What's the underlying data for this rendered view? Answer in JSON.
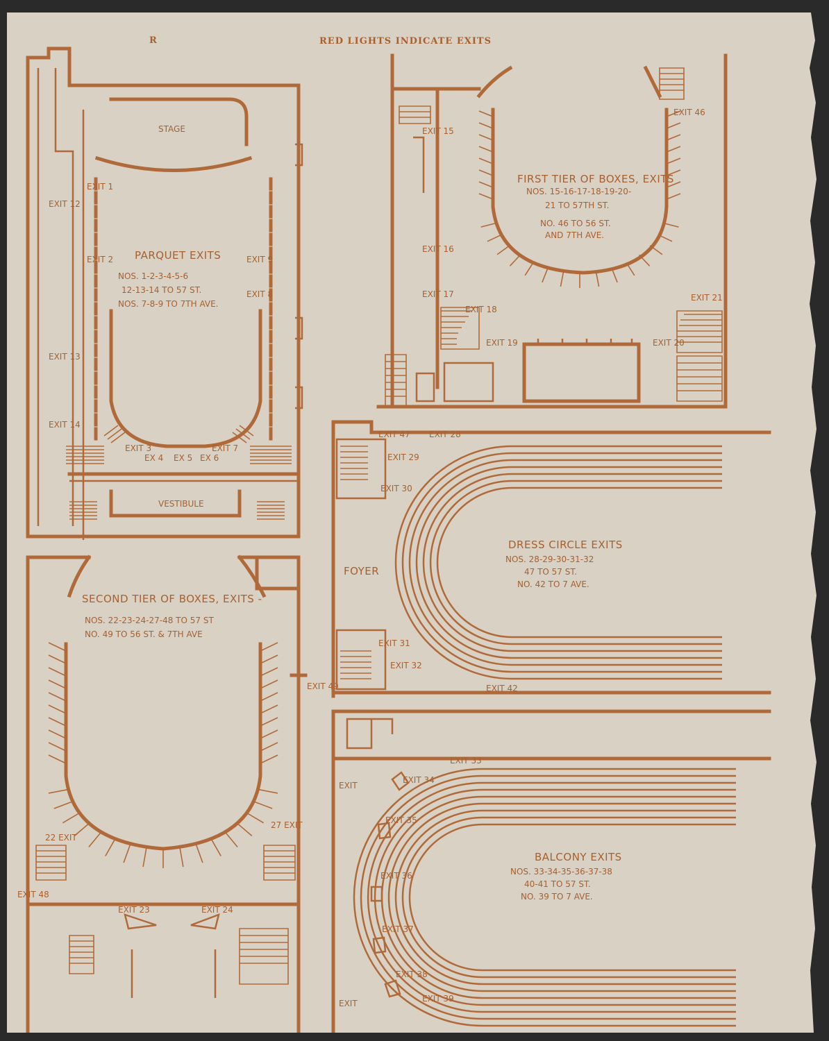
{
  "header": {
    "title": "RED LIGHTS INDICATE EXITS",
    "corner_mark": "R"
  },
  "parquet": {
    "title": "PARQUET EXITS",
    "lines": [
      "NOS. 1-2-3-4-5-6",
      "12-13-14 TO 57 ST.",
      "NOS. 7-8-9 TO 7TH AVE."
    ],
    "stage": "STAGE",
    "vestibule": "VESTIBULE",
    "exits": [
      "EXIT 1",
      "EXIT 2",
      "EXIT 3",
      "EX 4",
      "EX 5",
      "EX 6",
      "EXIT 7",
      "EXIT 8",
      "EXIT 9",
      "EXIT 12",
      "EXIT 13",
      "EXIT 14"
    ]
  },
  "first_tier": {
    "title": "FIRST TIER OF BOXES, EXITS",
    "lines": [
      "NOS. 15-16-17-18-19-20-",
      "21 TO 57TH ST.",
      "NO. 46 TO 56 ST.",
      "AND 7TH AVE."
    ],
    "exits": [
      "EXIT 15",
      "EXIT 16",
      "EXIT 17",
      "EXIT 18",
      "EXIT 19",
      "EXIT 20",
      "EXIT 21",
      "EXIT 46"
    ]
  },
  "second_tier": {
    "title": "SECOND TIER OF BOXES, EXITS -",
    "lines": [
      "NOS. 22-23-24-27-48 TO 57 ST",
      "NO. 49 TO 56 ST. & 7TH AVE"
    ],
    "exits": [
      "22 EXIT",
      "EXIT 23",
      "EXIT 24",
      "27 EXIT",
      "EXIT 48",
      "EXIT 49"
    ]
  },
  "dress_circle": {
    "title": "DRESS CIRCLE EXITS",
    "lines": [
      "NOS. 28-29-30-31-32",
      "47 TO 57 ST.",
      "NO. 42 TO 7 AVE."
    ],
    "foyer": "FOYER",
    "exits": [
      "EXIT 47",
      "EXIT 28",
      "EXIT 29",
      "EXIT 30",
      "EXIT 31",
      "EXIT 32",
      "EXIT 42"
    ]
  },
  "balcony": {
    "title": "BALCONY EXITS",
    "lines": [
      "NOS. 33-34-35-36-37-38",
      "40-41 TO 57 ST.",
      "NO. 39 TO 7 AVE."
    ],
    "exits": [
      "EXIT 33",
      "EXIT 34",
      "EXIT 35",
      "EXIT 36",
      "EXIT 37",
      "EXIT 38",
      "EXIT 39",
      "EXIT"
    ]
  },
  "colors": {
    "paper": "#d8d1c4",
    "ink": "#b06a3a",
    "background": "#2a2a2a"
  }
}
